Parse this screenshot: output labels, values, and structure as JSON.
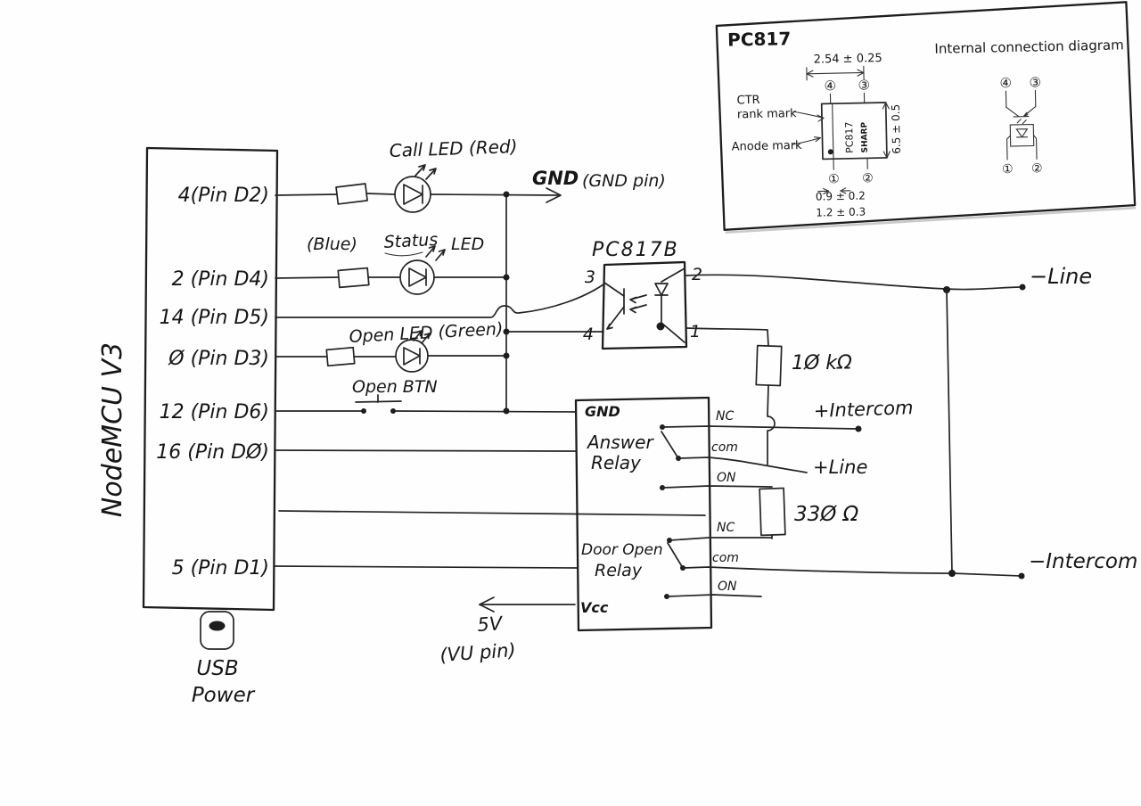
{
  "colors": {
    "ink": "#242424",
    "paper": "#fefefe"
  },
  "mcu": {
    "title": "NodeMCU V3",
    "pin_d2": "4(Pin D2)",
    "pin_d4": "2 (Pin D4)",
    "pin_d5": "14 (Pin D5)",
    "pin_d3": "Ø (Pin D3)",
    "pin_d6": "12 (Pin D6)",
    "pin_d0": "16 (Pin DØ)",
    "pin_d1": "5 (Pin D1)",
    "usb1": "USB",
    "usb2": "Power"
  },
  "annotations": {
    "call_led": "Call LED (Red)",
    "gnd": "GND",
    "gnd_pin": "(GND pin)",
    "blue": "(Blue)",
    "status": "Status",
    "status_led": "LED",
    "open_led": "Open LED (Green)",
    "open_btn": "Open BTN",
    "v5": "5V",
    "vu_pin": "(VU pin)"
  },
  "opto": {
    "name": "PC817B",
    "pin2": "2",
    "pin1": "1",
    "pin3": "3",
    "pin4": "4"
  },
  "resistors": {
    "r10k": "1Ø kΩ",
    "r330": "33Ø Ω"
  },
  "nets": {
    "line_neg": "−Line",
    "intercom_pos": "+Intercom",
    "line_pos": "+Line",
    "intercom_neg": "−Intercom"
  },
  "relay": {
    "gnd": "GND",
    "vcc": "Vcc",
    "answer1": "Answer",
    "answer2": "Relay",
    "door1": "Door Open",
    "door2": "Relay",
    "a_nc": "NC",
    "a_com": "com",
    "a_on": "ON",
    "d_nc": "NC",
    "d_com": "com",
    "d_on": "ON"
  },
  "inset": {
    "title": "PC817",
    "subtitle": "Internal connection diagram",
    "dim_top": "2.54 ± 0.25",
    "dim_side": "6.5 ± 0.5",
    "dim_b1": "0.9 ± 0.2",
    "dim_b2": "1.2 ± 0.3",
    "ctr1": "CTR",
    "ctr2": "rank mark",
    "anode": "Anode mark",
    "chip": "PC817",
    "brand": "SHARP",
    "c1": "①",
    "c2": "②",
    "c3": "③",
    "c4": "④"
  }
}
